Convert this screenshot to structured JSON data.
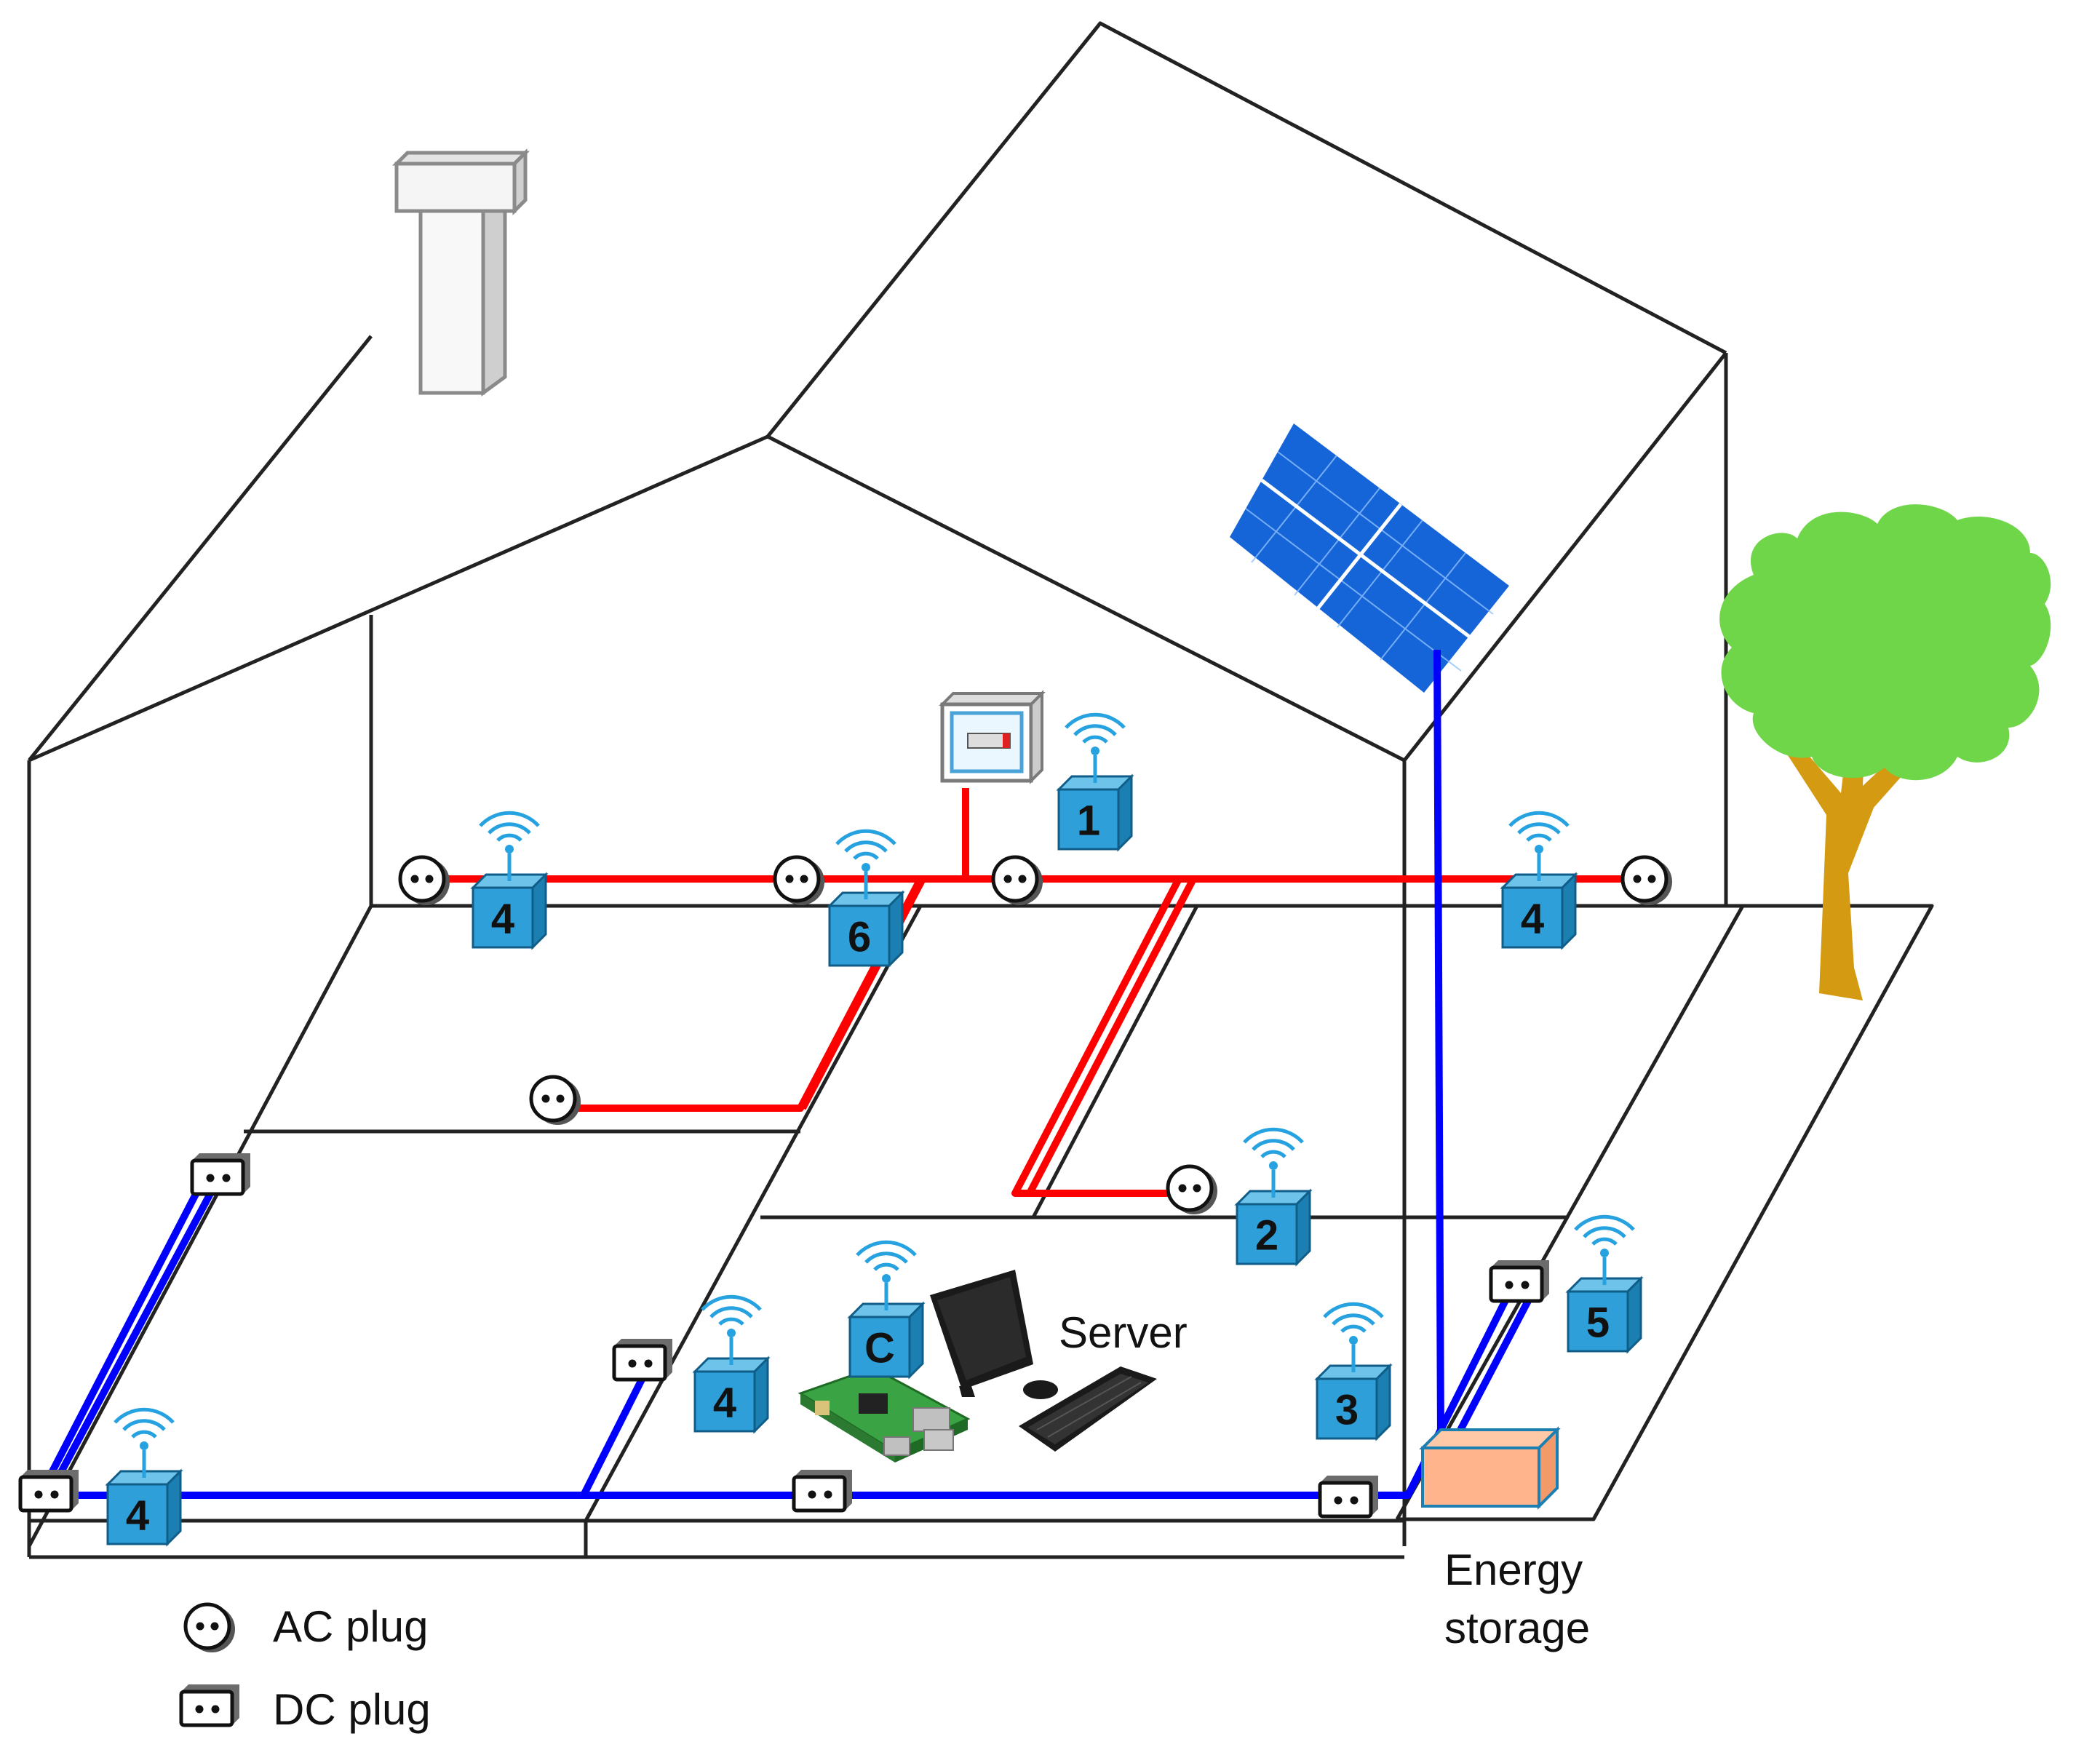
{
  "labels": {
    "server": "Server",
    "energy_storage_line1": "Energy",
    "energy_storage_line2": "storage"
  },
  "legend": {
    "ac_plug": "AC plug",
    "dc_plug": "DC plug"
  },
  "colors": {
    "ac_line": "#ff0000",
    "dc_line": "#0000ff",
    "node_fill": "#2e9fd8",
    "node_top": "#6ec3ea",
    "node_side": "#1c7fb2",
    "wifi": "#27a2e0",
    "solar": "#1565d8",
    "tree_leaves": "#6fd64a",
    "tree_trunk": "#d39a12",
    "storage": "#ffb48c"
  },
  "nodes": [
    {
      "id": "node-1",
      "label": "1"
    },
    {
      "id": "node-2",
      "label": "2"
    },
    {
      "id": "node-3",
      "label": "3"
    },
    {
      "id": "node-4a",
      "label": "4"
    },
    {
      "id": "node-4b",
      "label": "4"
    },
    {
      "id": "node-4c",
      "label": "4"
    },
    {
      "id": "node-4d",
      "label": "4"
    },
    {
      "id": "node-5",
      "label": "5"
    },
    {
      "id": "node-6",
      "label": "6"
    },
    {
      "id": "node-c",
      "label": "C"
    }
  ]
}
